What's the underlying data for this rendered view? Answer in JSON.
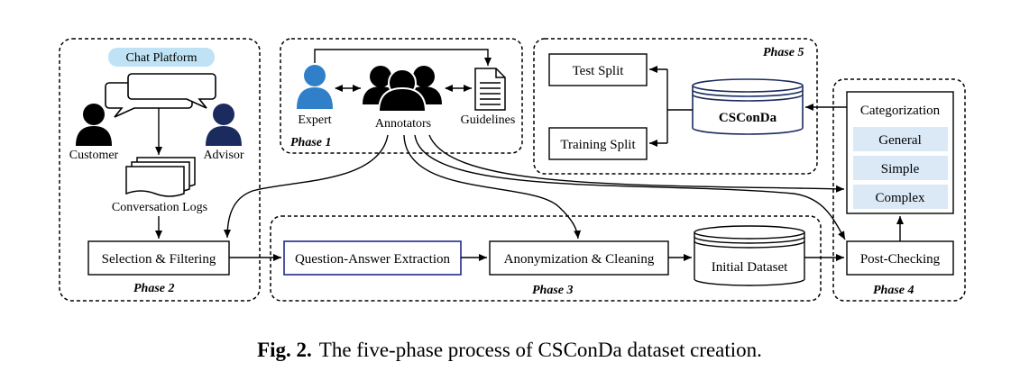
{
  "phases": {
    "p1": "Phase 1",
    "p2": "Phase 2",
    "p3": "Phase 3",
    "p4": "Phase 4",
    "p5": "Phase 5"
  },
  "phase1": {
    "expert": "Expert",
    "annotators": "Annotators",
    "guidelines": "Guidelines"
  },
  "phase2": {
    "chat_platform": "Chat Platform",
    "customer": "Customer",
    "advisor": "Advisor",
    "conversation_logs": "Conversation Logs",
    "selection_filtering": "Selection & Filtering"
  },
  "phase3": {
    "qa_extraction": "Question-Answer Extraction",
    "anonymization": "Anonymization & Cleaning",
    "initial_dataset": "Initial Dataset"
  },
  "phase4": {
    "post_checking": "Post-Checking",
    "categorization": "Categorization",
    "general": "General",
    "simple": "Simple",
    "complex": "Complex"
  },
  "phase5": {
    "test_split": "Test Split",
    "training_split": "Training Split",
    "csconda": "CSConDa"
  },
  "caption": {
    "label": "Fig. 2.",
    "text": "The five-phase process of CSConDa dataset creation."
  },
  "colors": {
    "chat_platform_fill": "#bfe3f5",
    "expert_blue": "#2f80c8",
    "advisor_navy": "#1b2b5e",
    "category_fill": "#dbe9f7",
    "qa_border": "#1f2a8c"
  }
}
